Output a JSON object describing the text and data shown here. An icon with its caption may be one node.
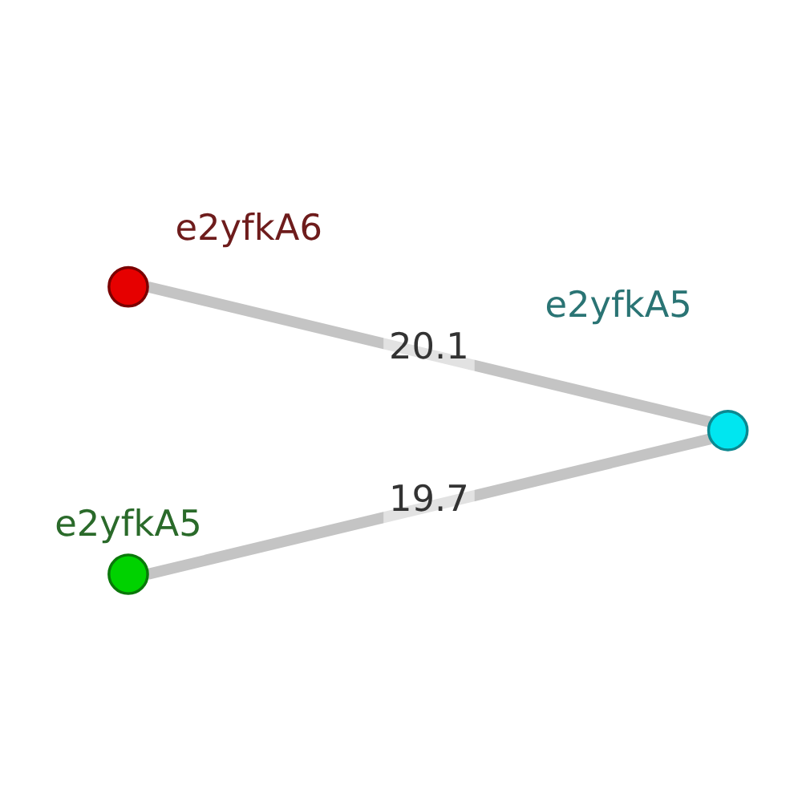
{
  "diagram": {
    "nodes": [
      {
        "text": [],
        "shape": "circle",
        "beside": [
          "e2yfkA6"
        ]
      },
      {
        "text": [],
        "shape": "circle",
        "beside": [
          "e2yfkA5"
        ]
      },
      {
        "text": [],
        "shape": "circle",
        "beside": [
          "e2yfkA5"
        ]
      }
    ],
    "edges": [
      {
        "from": 0,
        "to": 1,
        "arrow": "none",
        "label": "20.1"
      },
      {
        "from": 2,
        "to": 1,
        "arrow": "none",
        "label": "19.7"
      }
    ]
  }
}
